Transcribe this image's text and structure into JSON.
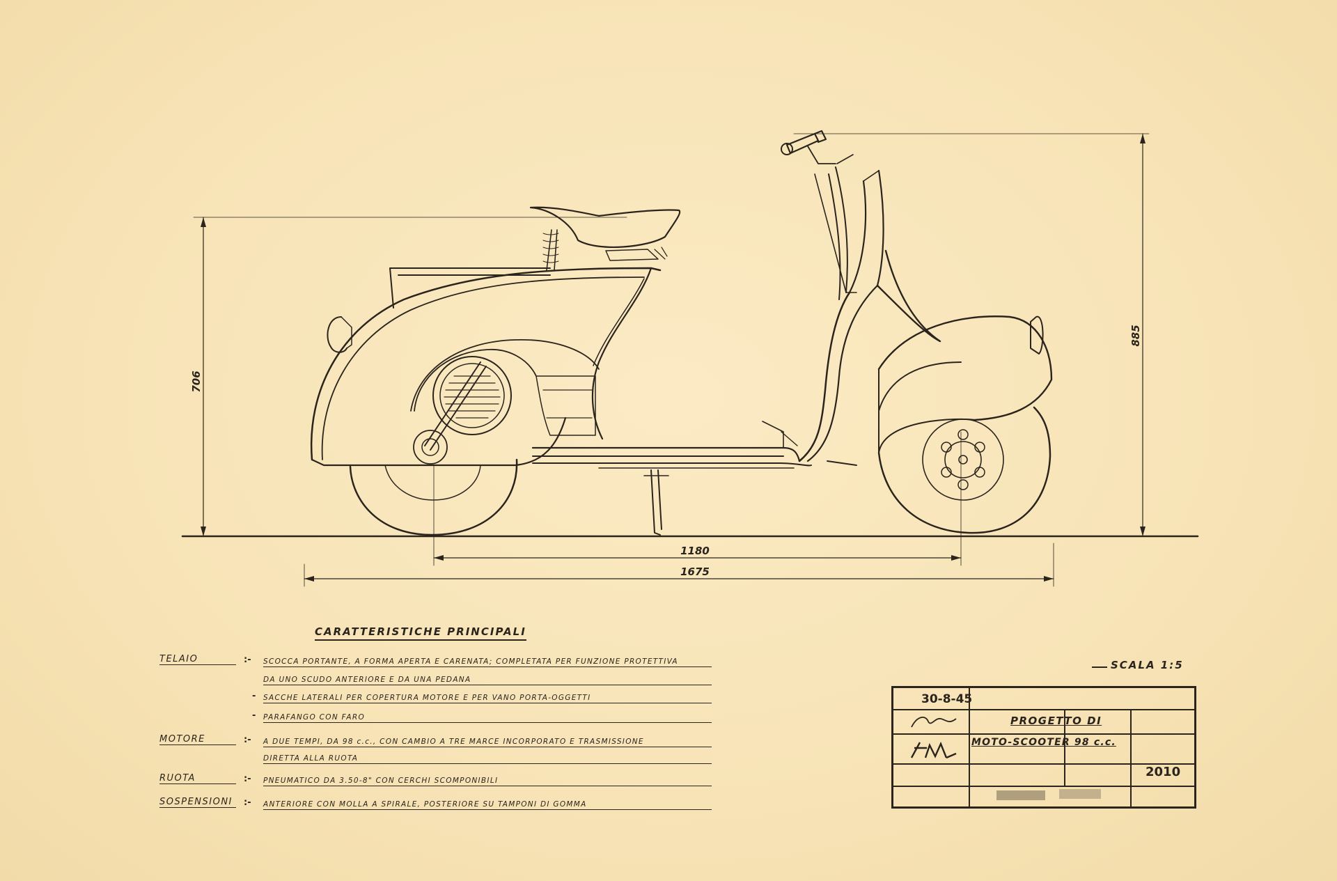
{
  "dimensions": {
    "height_seat": "706",
    "height_handlebar": "885",
    "wheelbase": "1180",
    "length": "1675"
  },
  "specs": {
    "title": "CARATTERISTICHE PRINCIPALI",
    "rows": [
      {
        "label": "TELAIO",
        "lines": [
          "SCOCCA PORTANTE, A FORMA APERTA E CARENATA; COMPLETATA PER FUNZIONE PROTETTIVA",
          "DA UNO SCUDO ANTERIORE E DA UNA PEDANA",
          "SACCHE LATERALI PER COPERTURA MOTORE E PER VANO PORTA-OGGETTI",
          "PARAFANGO CON FARO"
        ]
      },
      {
        "label": "MOTORE",
        "lines": [
          "A DUE TEMPI, DA 98 c.c., CON CAMBIO A TRE MARCE INCORPORATO E TRASMISSIONE",
          "DIRETTA ALLA RUOTA"
        ]
      },
      {
        "label": "RUOTA",
        "lines": [
          "PNEUMATICO DA 3.50-8\"  CON CERCHI SCOMPONIBILI"
        ]
      },
      {
        "label": "SOSPENSIONI",
        "lines": [
          "ANTERIORE CON MOLLA A SPIRALE, POSTERIORE SU TAMPONI DI GOMMA"
        ]
      }
    ]
  },
  "scale": "SCALA 1:5",
  "title_block": {
    "date": "30-8-45",
    "project_line1": "PROGETTO  DI",
    "project_line2": "MOTO-SCOOTER  98 c.c.",
    "drawing_number": "2010"
  },
  "colors": {
    "paper": "#f8e6bc",
    "ink": "#2a241c"
  }
}
